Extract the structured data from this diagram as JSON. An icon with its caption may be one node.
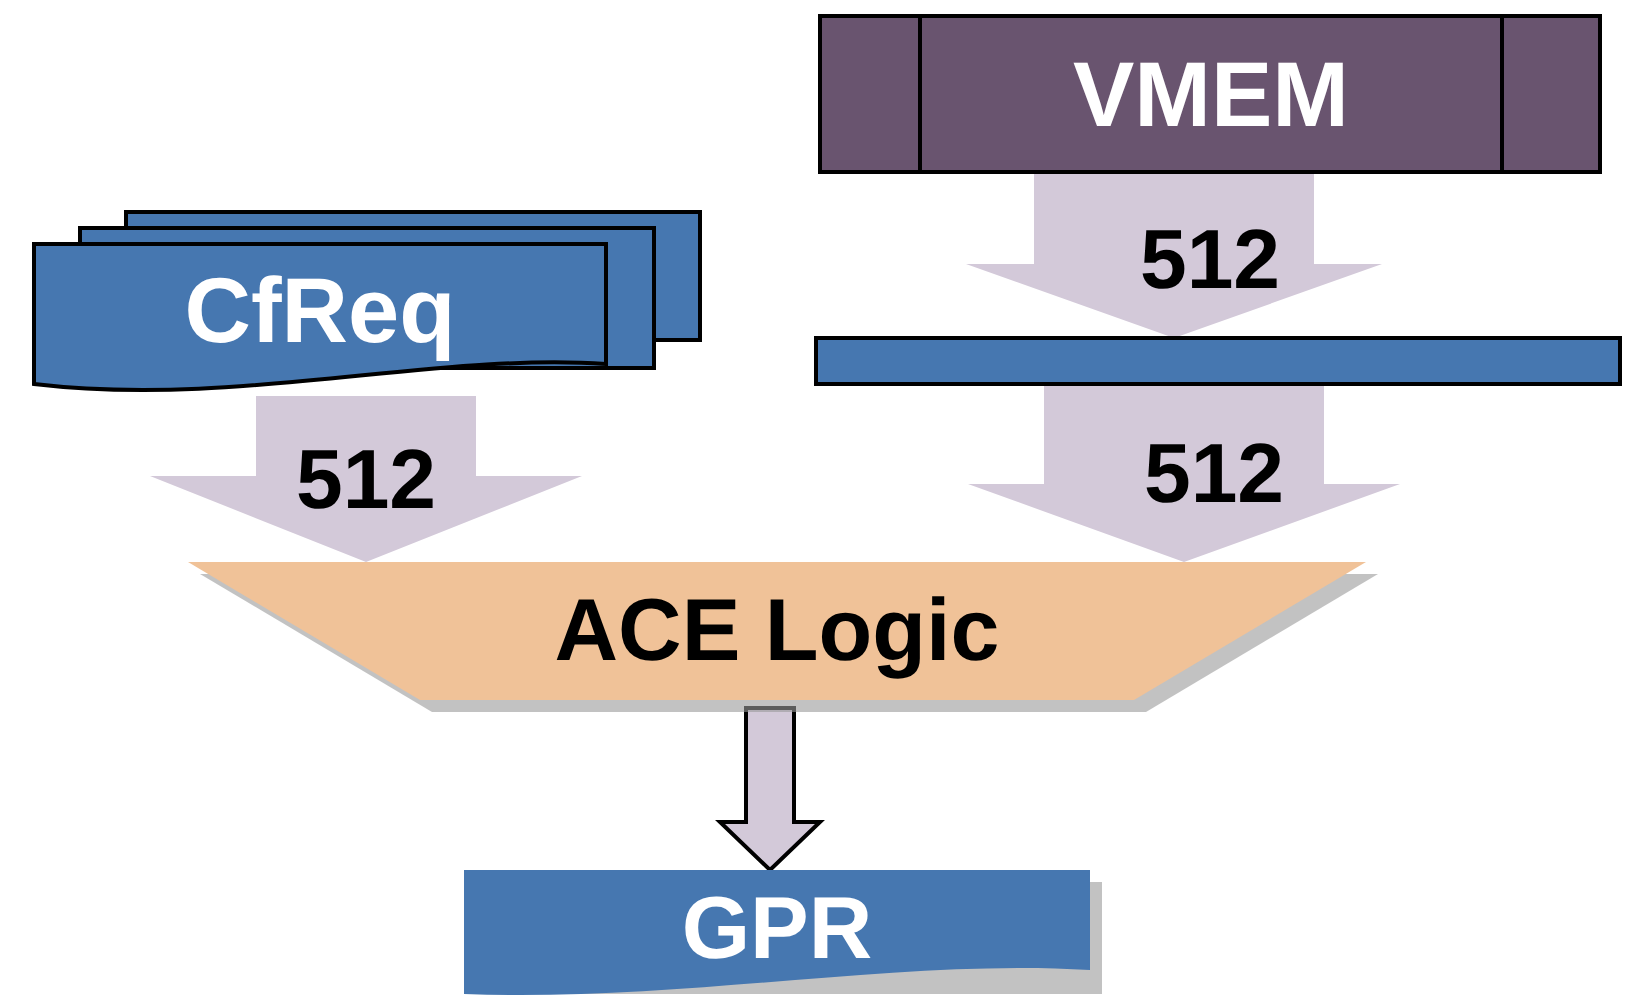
{
  "diagram": {
    "nodes": [
      {
        "text": [
          "CfReq"
        ]
      },
      {
        "text": [
          "VMEM"
        ]
      },
      {
        "text": [],
        "shape": "bar"
      },
      {
        "text": [
          "ACE Logic"
        ]
      },
      {
        "text": [
          "GPR"
        ]
      }
    ],
    "edges": [
      {
        "from": 0,
        "to": 3,
        "arrow": "to",
        "label": "512"
      },
      {
        "from": 1,
        "to": 2,
        "arrow": "to",
        "label": "512"
      },
      {
        "from": 2,
        "to": 3,
        "arrow": "to",
        "label": "512"
      },
      {
        "from": 3,
        "to": 4,
        "arrow": "to"
      }
    ]
  }
}
